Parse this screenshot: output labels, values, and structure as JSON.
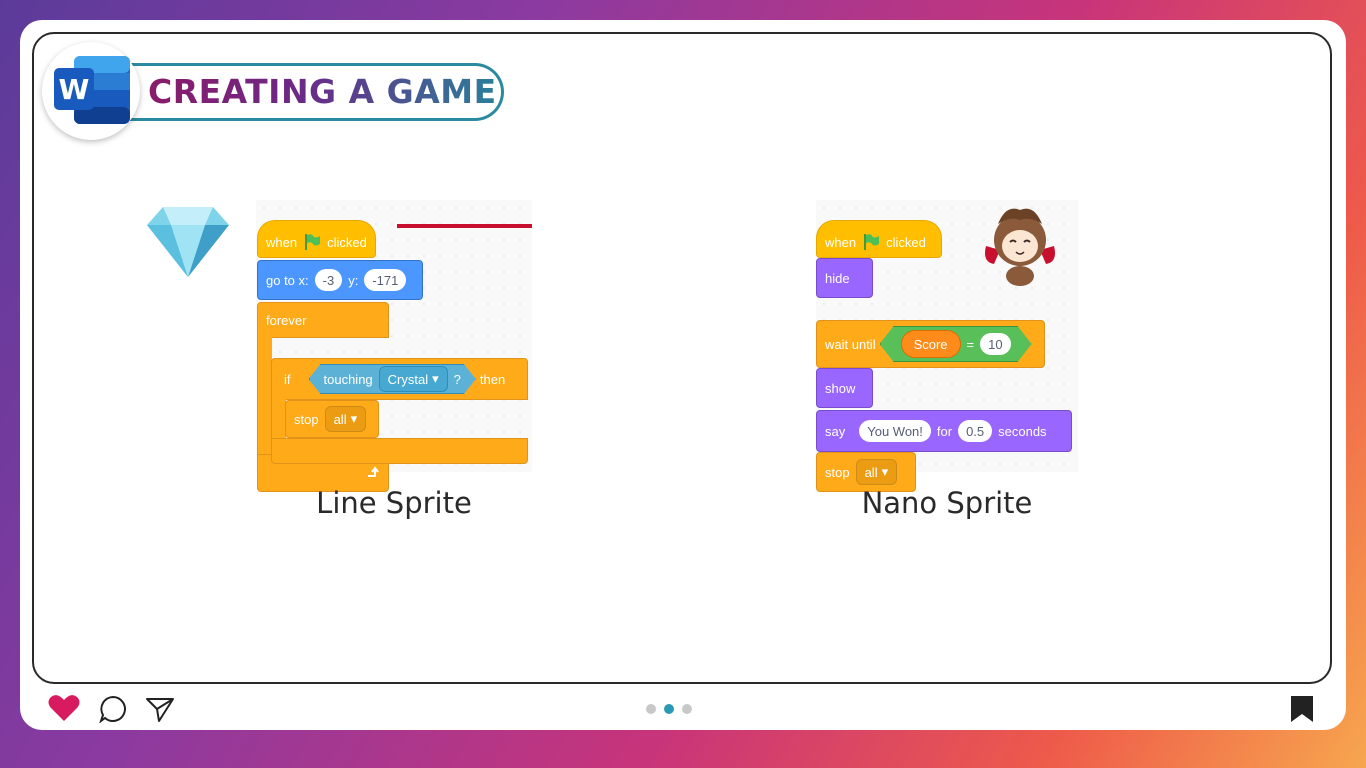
{
  "header": {
    "title": "CREATING A GAME",
    "logo_letter": "W",
    "logo_icon": "word-logo-icon"
  },
  "left_panel": {
    "sprite_icon": "crystal-gem-icon",
    "caption": "Line Sprite",
    "when_label": "when",
    "clicked_label": "clicked",
    "goto_label": "go to x:",
    "goto_x": "-3",
    "goto_y_label": "y:",
    "goto_y": "-171",
    "forever_label": "forever",
    "if_label": "if",
    "touching_label": "touching",
    "touching_target": "Crystal",
    "question_mark": "?",
    "then_label": "then",
    "stop_label": "stop",
    "stop_option": "all"
  },
  "right_panel": {
    "sprite_icon": "nano-character-icon",
    "caption": "Nano Sprite",
    "when_label": "when",
    "clicked_label": "clicked",
    "hide_label": "hide",
    "wait_until_label": "wait until",
    "variable_name": "Score",
    "equals": "=",
    "compare_value": "10",
    "show_label": "show",
    "say_label": "say",
    "say_text": "You Won!",
    "for_label": "for",
    "say_seconds": "0.5",
    "seconds_label": "seconds",
    "stop_label": "stop",
    "stop_option": "all"
  },
  "footer": {
    "like_icon": "heart-icon",
    "comment_icon": "comment-icon",
    "share_icon": "send-icon",
    "save_icon": "bookmark-icon",
    "page_dots": 3,
    "active_dot": 2
  },
  "colors": {
    "events": "#ffbf00",
    "motion": "#4c97ff",
    "control": "#ffab19",
    "looks": "#9966ff",
    "sensing": "#5cb1d6",
    "operator": "#59c059",
    "variable": "#ff8c1a",
    "heart": "#d81b60",
    "accent": "#2a9ab4"
  }
}
